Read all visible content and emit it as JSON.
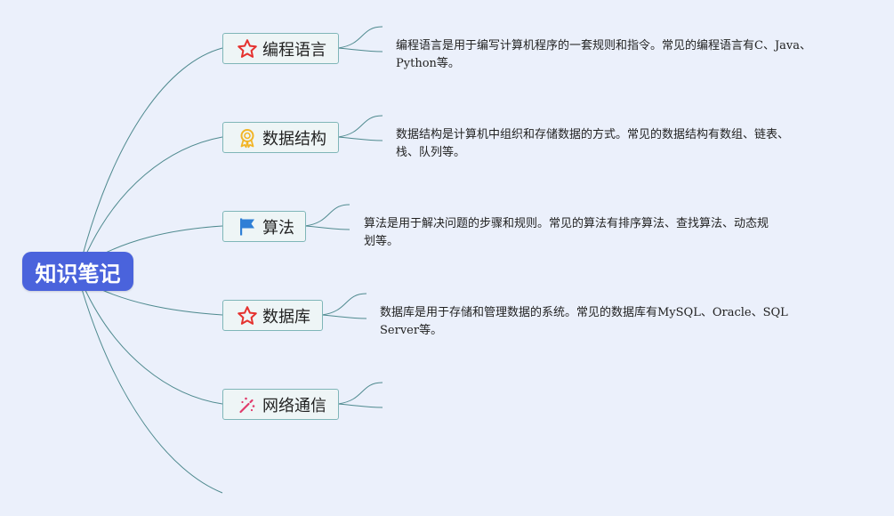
{
  "root": {
    "label": "知识笔记"
  },
  "topics": [
    {
      "label": "编程语言",
      "icon": "star-outline-icon",
      "desc_lines": [
        "编程语言是用于编写计算机程序的一套规则和指令。常见的编程语言有C、Java、",
        "Python等。"
      ]
    },
    {
      "label": "数据结构",
      "icon": "award-medal-icon",
      "desc_lines": [
        "数据结构是计算机中组织和存储数据的方式。常见的数据结构有数组、链表、",
        "栈、队列等。"
      ]
    },
    {
      "label": "算法",
      "icon": "flag-icon",
      "desc_lines": [
        "算法是用于解决问题的步骤和规则。常见的算法有排序算法、查找算法、动态规",
        "划等。"
      ]
    },
    {
      "label": "数据库",
      "icon": "star-outline-icon",
      "desc_lines": [
        "数据库是用于存储和管理数据的系统。常见的数据库有MySQL、Oracle、SQL",
        "Server等。"
      ]
    },
    {
      "label": "网络通信",
      "icon": "sparkle-wand-icon",
      "desc_lines": []
    }
  ],
  "colors": {
    "background": "#ebf0fb",
    "root_fill": "#4a63dc",
    "branch_border": "#7fb6b8",
    "connector": "#4f8a8f",
    "star_icon": "#e5322f",
    "medal_icon": "#f2b526",
    "flag_icon": "#2f7fd6",
    "sparkle_icon": "#e03a6a"
  }
}
